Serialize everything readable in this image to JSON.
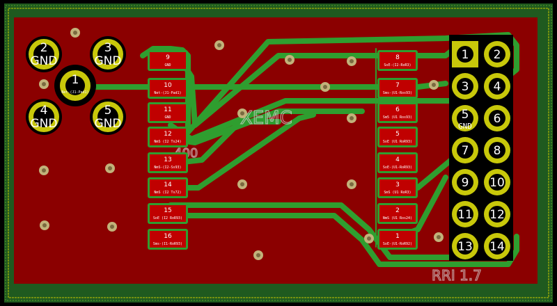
{
  "colors": {
    "background": "#000000",
    "copper": "#8b0000",
    "trace": "#2f9e2f",
    "pad_yellow": "#c8c80a",
    "pad_red": "#c00000",
    "via": "#c2b27a",
    "edge": "#c8c800"
  },
  "coax": {
    "center_label": "1",
    "center_net": "Net-(J1-Pad1)",
    "ground_pads": [
      {
        "num": "2",
        "net": "GND"
      },
      {
        "num": "3",
        "net": "GND"
      },
      {
        "num": "4",
        "net": "GND"
      },
      {
        "num": "5",
        "net": "GND"
      }
    ]
  },
  "left_pads": [
    {
      "num": "9",
      "net": "GND"
    },
    {
      "num": "10",
      "net": "Net-(J1-Pad1)"
    },
    {
      "num": "11",
      "net": "GND"
    },
    {
      "num": "12",
      "net": "NmS (I2 Ts24)"
    },
    {
      "num": "13",
      "net": "NmS-(I2-Ss93)"
    },
    {
      "num": "14",
      "net": "NmS (I2 Ts72)"
    },
    {
      "num": "15",
      "net": "SoE (I2 RoR93)"
    },
    {
      "num": "16",
      "net": "Sms-(I1-RoR93)"
    }
  ],
  "right_pads": [
    {
      "num": "8",
      "net": "SoE-(I2-RoR3)"
    },
    {
      "num": "7",
      "net": "Sms-(U1-Ros93)"
    },
    {
      "num": "6",
      "net": "Sm5 (U1 Ros93)"
    },
    {
      "num": "5",
      "net": "SoE (U1 RoR93)"
    },
    {
      "num": "4",
      "net": "SoE-(U1-RoR93)"
    },
    {
      "num": "3",
      "net": "SmS (U1 RoR3)"
    },
    {
      "num": "2",
      "net": "NmS (U1 Ros24)"
    },
    {
      "num": "1",
      "net": "SoE-(U1-RoR92)"
    }
  ],
  "header_pins": [
    {
      "num": "1",
      "net": ""
    },
    {
      "num": "2",
      "net": ""
    },
    {
      "num": "3",
      "net": ""
    },
    {
      "num": "4",
      "net": ""
    },
    {
      "num": "5",
      "net": "GND"
    },
    {
      "num": "6",
      "net": ""
    },
    {
      "num": "7",
      "net": ""
    },
    {
      "num": "8",
      "net": ""
    },
    {
      "num": "9",
      "net": ""
    },
    {
      "num": "10",
      "net": ""
    },
    {
      "num": "11",
      "net": ""
    },
    {
      "num": "12",
      "net": ""
    },
    {
      "num": "13",
      "net": ""
    },
    {
      "num": "14",
      "net": ""
    }
  ],
  "silkscreen": {
    "ref_text": "XEMC",
    "ref_sub": "400",
    "rev_text": "RRI 1.7"
  }
}
